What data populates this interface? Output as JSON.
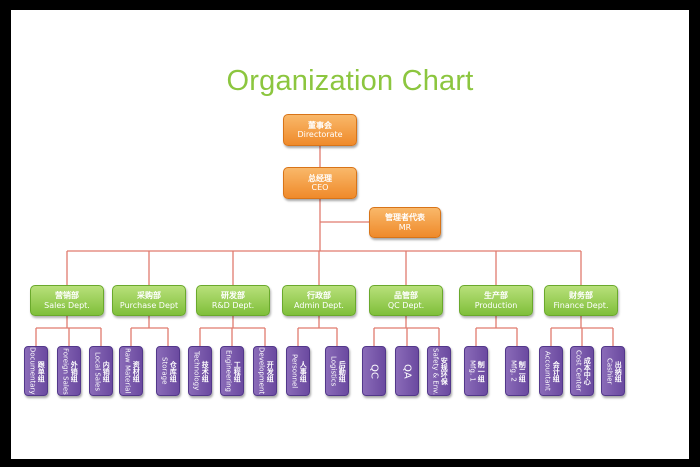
{
  "title": "Organization Chart",
  "colors": {
    "line": "#e07b6e",
    "orange": "#ef8a2a",
    "green": "#7fbf3a",
    "purple": "#6b4aa0",
    "title": "#8cc63f"
  },
  "top": [
    {
      "zh": "董事会",
      "en": "Directorate"
    },
    {
      "zh": "总经理",
      "en": "CEO"
    }
  ],
  "side": {
    "zh": "管理者代表",
    "en": "MR"
  },
  "departments": [
    {
      "zh": "营销部",
      "en": "Sales Dept.",
      "leaves": [
        {
          "zh": "跟单组",
          "en": "Documentary"
        },
        {
          "zh": "外销组",
          "en": "Foreign Sales"
        },
        {
          "zh": "内销组",
          "en": "Local Sales"
        }
      ]
    },
    {
      "zh": "采购部",
      "en": "Purchase Dept",
      "leaves": [
        {
          "zh": "资材组",
          "en": "Raw Material"
        },
        {
          "zh": "仓库组",
          "en": "Storage"
        }
      ]
    },
    {
      "zh": "研发部",
      "en": "R&D Dept.",
      "leaves": [
        {
          "zh": "技术组",
          "en": "Technology"
        },
        {
          "zh": "工程组",
          "en": "Engineering"
        },
        {
          "zh": "开发组",
          "en": "Development"
        }
      ]
    },
    {
      "zh": "行政部",
      "en": "Admin Dept.",
      "leaves": [
        {
          "zh": "人事组",
          "en": "Personnel"
        },
        {
          "zh": "后勤组",
          "en": "Logistics"
        }
      ]
    },
    {
      "zh": "品管部",
      "en": "QC Dept.",
      "leaves": [
        {
          "zh": "",
          "en": "QC"
        },
        {
          "zh": "",
          "en": "QA"
        },
        {
          "zh": "安规环保",
          "en": "Safety & Env."
        }
      ]
    },
    {
      "zh": "生产部",
      "en": "Production",
      "leaves": [
        {
          "zh": "制一组",
          "en": "Mfg. 1"
        },
        {
          "zh": "制二组",
          "en": "Mfg. 2"
        }
      ]
    },
    {
      "zh": "财务部",
      "en": "Finance Dept.",
      "leaves": [
        {
          "zh": "会计组",
          "en": "Accountant"
        },
        {
          "zh": "成本中心",
          "en": "Cost Center"
        },
        {
          "zh": "出纳组",
          "en": "Cashier"
        }
      ]
    }
  ]
}
